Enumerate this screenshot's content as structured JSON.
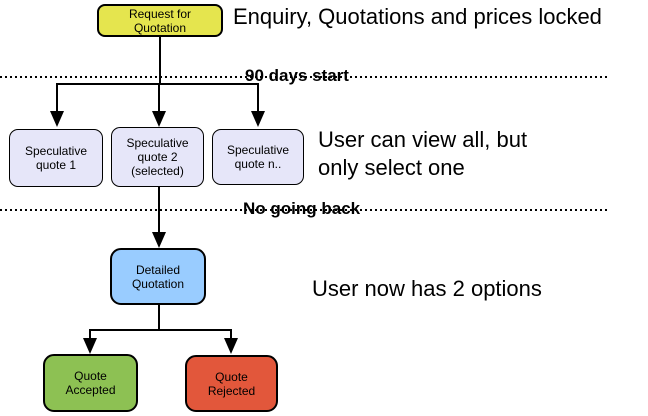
{
  "colors": {
    "request": "#E5E54E",
    "speculative": "#E6E6F9",
    "detailed": "#99CCFF",
    "accepted": "#8DC153",
    "rejected": "#E2573B",
    "line": "#000000",
    "background": "#FFFFFF"
  },
  "nodes": {
    "request_for_quotation": {
      "label": "Request for\nQuotation"
    },
    "speculative_quote_1": {
      "label": "Speculative\nquote 1"
    },
    "speculative_quote_2": {
      "label": "Speculative\nquote 2\n(selected)"
    },
    "speculative_quote_n": {
      "label": "Speculative\nquote n.."
    },
    "detailed_quotation": {
      "label": "Detailed\nQuotation"
    },
    "quote_accepted": {
      "label": "Quote\nAccepted"
    },
    "quote_rejected": {
      "label": "Quote\nRejected"
    }
  },
  "phase_labels": {
    "first": "90 days start",
    "second": "No going back"
  },
  "annotations": {
    "top": "Enquiry, Quotations and prices locked",
    "middle": "User can view all, but\nonly select one",
    "bottom": "User now has 2 options"
  }
}
